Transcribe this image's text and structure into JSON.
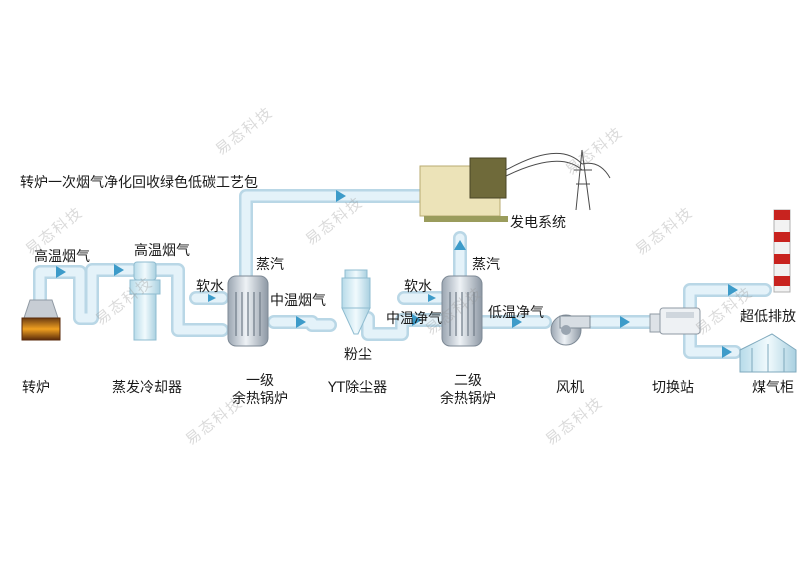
{
  "title": "转炉一次烟气净化回收绿色低碳工艺包",
  "equipment": {
    "converter": "转炉",
    "cooler": "蒸发冷却器",
    "boiler1": "一级\n余热锅炉",
    "dust_collector": "YT除尘器",
    "boiler2": "二级\n余热锅炉",
    "fan": "风机",
    "switch_station": "切换站",
    "gas_holder": "煤气柜",
    "power_system": "发电系统"
  },
  "flows": {
    "hot_gas_1": "高温烟气",
    "hot_gas_2": "高温烟气",
    "soft_water_1": "软水",
    "steam_1": "蒸汽",
    "medium_gas": "中温烟气",
    "dust": "粉尘",
    "soft_water_2": "软水",
    "steam_2": "蒸汽",
    "medium_clean_gas": "中温净气",
    "low_clean_gas": "低温净气",
    "ultra_low_emission": "超低排放"
  },
  "watermark": "易态科技",
  "colors": {
    "pipe": "#d9ecf6",
    "pipe_edge": "#b9d7e6",
    "arrow": "#3d9bc9",
    "equipment": "#cfd6de",
    "chimney_red": "#c8231f"
  }
}
